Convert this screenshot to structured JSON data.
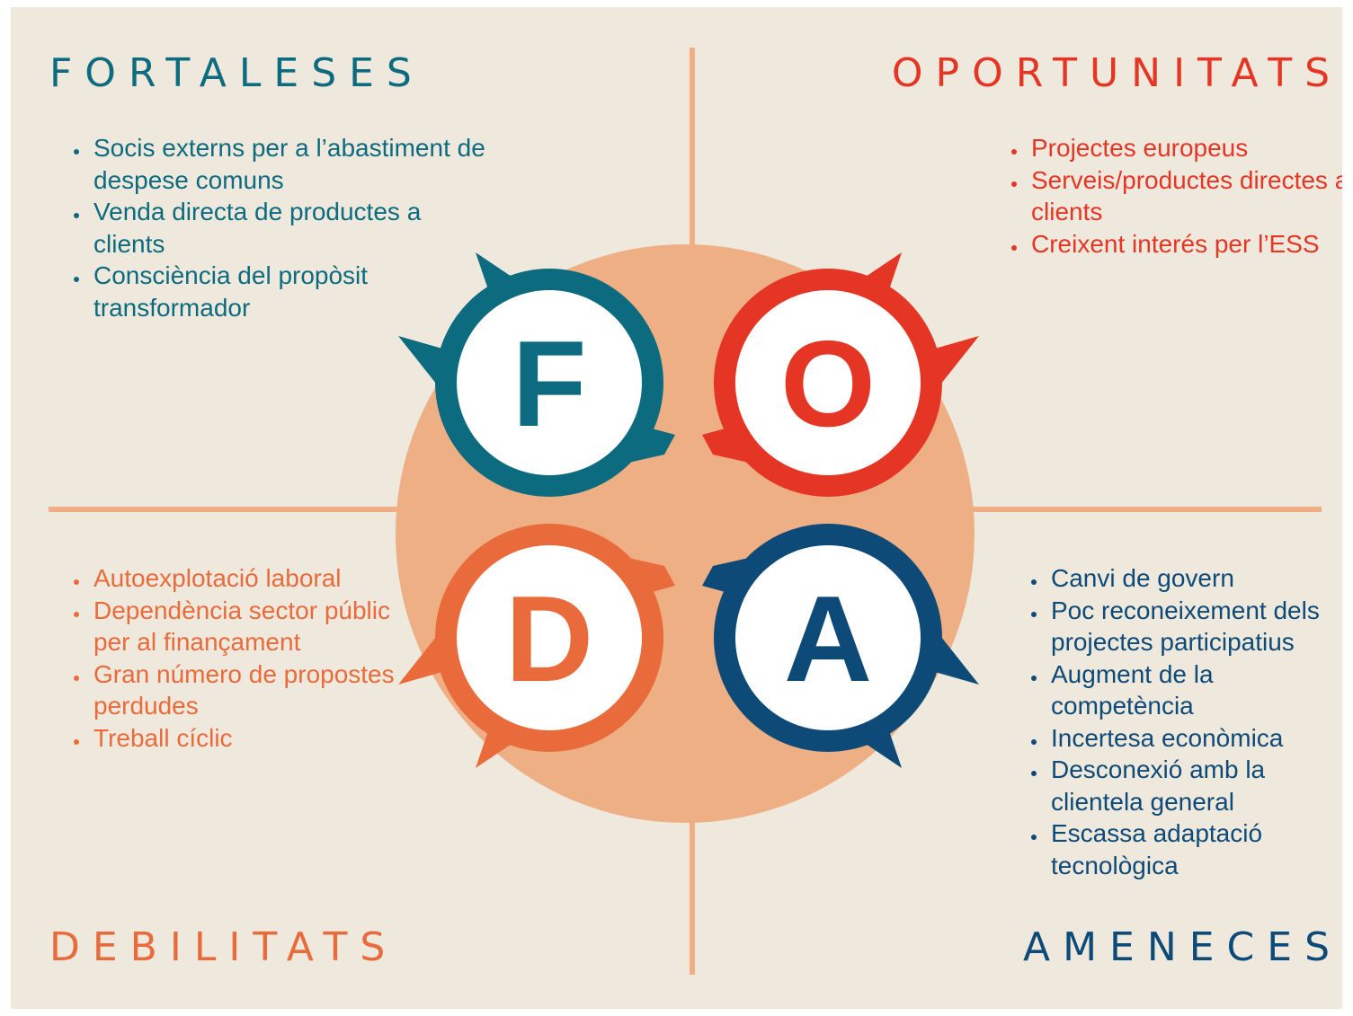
{
  "colors": {
    "background": "#efe9dd",
    "lines": "#f1ad83",
    "center_circle": "#eeaf84",
    "teal": "#0d6b80",
    "red": "#e53524",
    "orange": "#e96a3a",
    "navy": "#0e4a78"
  },
  "quadrants": {
    "fortaleses": {
      "title": "FORTALESES",
      "letter": "F",
      "items": [
        "Socis externs per a l’abastiment de despese comuns",
        "Venda directa de productes a clients",
        "Consciència del propòsit transformador"
      ]
    },
    "oportunitats": {
      "title": "OPORTUNITATS",
      "letter": "O",
      "items": [
        "Projectes europeus",
        "Serveis/productes directes a clients",
        "Creixent interés per l’ESS"
      ]
    },
    "debilitats": {
      "title": "DEBILITATS",
      "letter": "D",
      "items": [
        "Autoexplotació laboral",
        "Dependència sector públic per al finançament",
        "Gran número de propostes perdudes",
        "Treball cíclic"
      ]
    },
    "amenaces": {
      "title": "AMENECES",
      "letter": "A",
      "items": [
        "Canvi de govern",
        "Poc reconeixement dels projectes participatius",
        "Augment de la competència",
        "Incertesa econòmica",
        "Desconexió amb la clientela general",
        "Escassa adaptació tecnològica"
      ]
    }
  }
}
